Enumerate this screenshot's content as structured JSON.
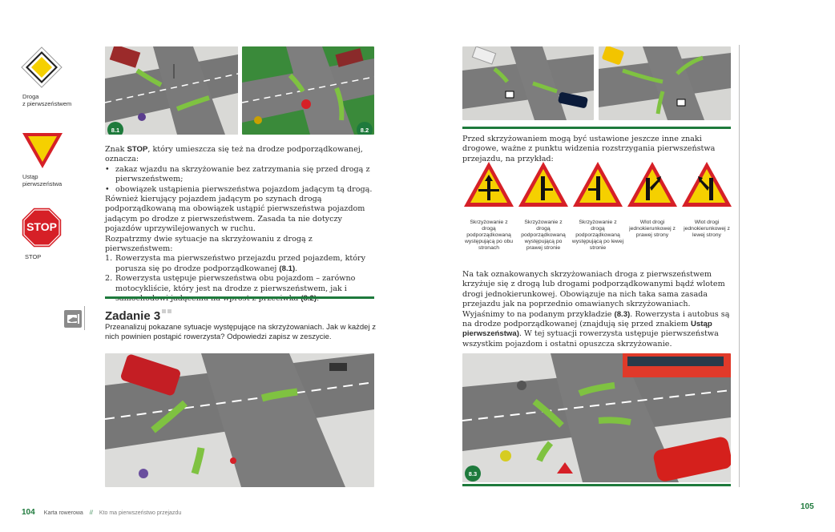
{
  "margin_signs": [
    {
      "label_line1": "Droga",
      "label_line2": "z pierwszeństwem"
    },
    {
      "label_line1": "Ustąp",
      "label_line2": "pierwszeństwa"
    },
    {
      "label_line1": "STOP",
      "sign_text": "STOP"
    }
  ],
  "figures": {
    "fig_8_1": "8.1",
    "fig_8_2": "8.2",
    "fig_8_3": "8.3"
  },
  "left_text": {
    "intro_pre": "Znak ",
    "intro_bold": "STOP",
    "intro_post": ", który umieszcza się też na drodze podporządkowanej, oznacza:",
    "bullets": [
      "zakaz wjazdu na skrzyżowanie bez zatrzymania się przed drogą z pierwszeństwem;",
      "obowiązek ustąpienia pierwszeństwa pojazdom jadącym tą drogą."
    ],
    "paragraph": "Również kierujący pojazdem jadącym po szynach drogą podporządkowaną ma obowiązek ustąpić pierwszeństwa pojazdom jadącym po drodze z pierwszeństwem. Zasada ta nie dotyczy pojazdów uprzywilejowanych w ruchu.",
    "situations_intro": "Rozpatrzmy dwie sytuacje na skrzyżowaniu z drogą z pierwszeństwem:",
    "numbered": [
      {
        "num": "1.",
        "text": "Rowerzysta ma pierwszeństwo przejazdu przed pojazdem, który porusza się po drodze podporządkowanej ",
        "ref": "(8.1)",
        "tail": "."
      },
      {
        "num": "2.",
        "text": "Rowerzysta ustępuje pierwszeństwa obu pojazdom – zarówno motocykliście, który jest na drodze z pierwszeństwem, jak i samochodowi jadącemu na wprost z przeciwka ",
        "ref": "(8.2)",
        "tail": "."
      }
    ]
  },
  "task": {
    "title": "Zadanie 3",
    "text": "Przeanalizuj pokazane sytuacje występujące na skrzyżowaniach. Jak w każdej z nich powinien postąpić rowerzysta? Odpowiedzi zapisz w zeszycie."
  },
  "right_text": {
    "intro": "Przed skrzyżowaniem mogą być ustawione jeszcze inne znaki drogowe, ważne z punktu widzenia rozstrzygania pierwszeństwa przejazdu, na przykład:",
    "warning_signs": [
      {
        "caption": "Skrzyżowanie z drogą podporządkowaną występującą po obu stronach"
      },
      {
        "caption": "Skrzyżowanie z drogą podporządkowaną występującą po prawej stronie"
      },
      {
        "caption": "Skrzyżowanie z drogą podporządkowaną występującą po lewej stronie"
      },
      {
        "caption": "Wlot drogi jednokierunkowej z prawej strony"
      },
      {
        "caption": "Wlot drogi jednokierunkowej z lewej strony"
      }
    ],
    "p1": "Na tak oznakowanych skrzyżowaniach droga z pierwszeństwem krzyżuje się z drogą lub drogami podporządkowanymi bądź wlotem drogi jednokierunkowej. Obowiązuje na nich taka sama zasada przejazdu jak na poprzednio omawianych skrzyżowaniach. Wyjaśnimy to na podanym przykładzie ",
    "p1_ref": "(8.3)",
    "p1_tail": ". Rowerzysta i autobus są na drodze podporządkowanej (znajdują się przed znakiem ",
    "p1_bold": "Ustąp pierwszeństwa)",
    "p1_end": ". W tej sytuacji rowerzysta ustępuje pierwszeństwa wszystkim pojazdom i ostatni opuszcza skrzyżowanie."
  },
  "footer": {
    "left_page": "104",
    "left_book": "Karta rowerowa",
    "left_sep": "//",
    "left_chapter": "Kto ma pierwszeństwo przejazdu",
    "right_page": "105"
  },
  "colors": {
    "accent": "#1e7a3c",
    "sign_red": "#d62027",
    "sign_yellow": "#f5d000"
  }
}
